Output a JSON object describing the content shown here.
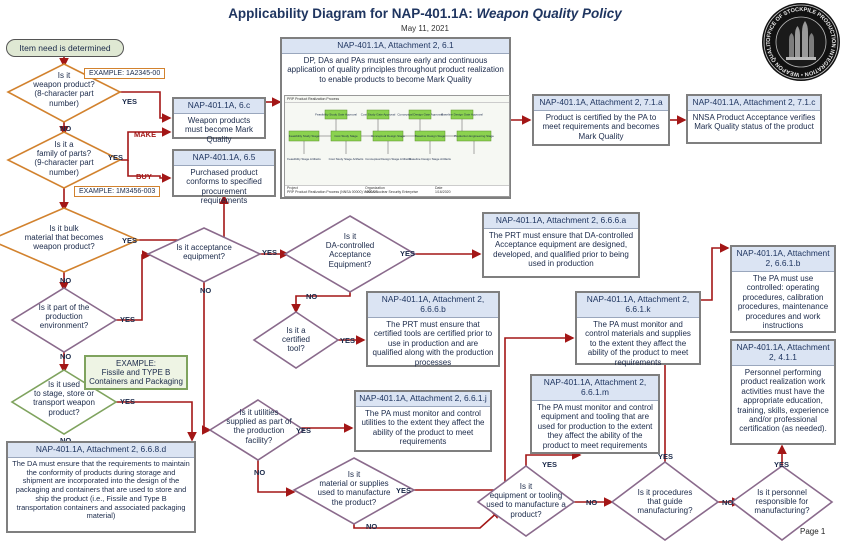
{
  "header": {
    "title_prefix": "Applicability Diagram for NAP-401.1A: ",
    "title_italic": "Weapon Quality Policy",
    "date": "May 11, 2021",
    "page": "Page 1"
  },
  "seal": {
    "ring_text": "OFFICE OF STOCKPILE PRODUCTION INTEGRATION • WEAPON QUALITY DIVISION NA-12 •"
  },
  "start": "Item need is determined",
  "decisions": {
    "d1": "Is it\nweapon product?\n(8-character part\nnumber)",
    "d2": "Is it a\nfamily of parts?\n(9-character part\nnumber)",
    "d3": "Is it bulk\nmaterial that becomes\nweapon product?",
    "d4": "Is it part of the\nproduction\nenvironment?",
    "d5": "Is it used\nto stage, store or\ntransport weapon\nproduct?",
    "d6": "Is it acceptance\nequipment?",
    "d7": "Is it\nDA-controlled\nAcceptance\nEquipment?",
    "d8": "Is it a\ncertified\ntool?",
    "d9": "Is it utilities\nsupplied as part of\nthe production\nfacility?",
    "d10": "Is it\nmaterial or supplies\nused to manufacture\nthe product?",
    "d11": "Is it\nequipment or tooling\nused to manufacture a\nproduct?",
    "d12": "Is it procedures\nthat guide\nmanufacturing?",
    "d13": "Is it personnel\nresponsible for\nmanufacturing?"
  },
  "tags": {
    "ex1": "EXAMPLE: 1A2345-00",
    "ex2": "EXAMPLE: 1M3456-003",
    "ex3": "EXAMPLE:\nFissile and TYPE B\nContainers and Packaging"
  },
  "labels": {
    "yes": "YES",
    "no": "NO",
    "make": "MAKE",
    "buy": "BUY"
  },
  "boxes": {
    "b_61": {
      "head": "NAP-401.1A, Attachment 2, 6.1",
      "body": "DP, DAs and PAs must ensure early and continuous application of quality principles throughout product realization to enable products to become Mark Quality"
    },
    "b_6c": {
      "head": "NAP-401.1A, 6.c",
      "body": "Weapon products must become Mark Quality"
    },
    "b_65": {
      "head": "NAP-401.1A, 6.5",
      "body": "Purchased product conforms to specified procurement requirements"
    },
    "b_71a": {
      "head": "NAP-401.1A, Attachment 2, 7.1.a",
      "body": "Product is certified by the PA to meet requirements and becomes Mark Quality"
    },
    "b_71c": {
      "head": "NAP-401.1A, Attachment 2, 7.1.c",
      "body": "NNSA Product Acceptance verifies Mark Quality status of the product"
    },
    "b_666a": {
      "head": "NAP-401.1A, Attachment 2, 6.6.6.a",
      "body": "The PRT must ensure that DA-controlled Acceptance equipment are designed, developed, and qualified prior to being used in production"
    },
    "b_666b": {
      "head": "NAP-401.1A, Attachment 2, 6.6.6.b",
      "body": "The PRT must ensure that certified tools are certified prior to use in production and are qualified along with the production processes"
    },
    "b_661k": {
      "head": "NAP-401.1A, Attachment 2, 6.6.1.k",
      "body": "The PA must monitor and control materials and supplies to the extent they affect the ability of the product to meet requirements"
    },
    "b_661j": {
      "head": "NAP-401.1A, Attachment 2, 6.6.1.j",
      "body": "The PA must monitor and control utilities to the extent they affect the ability of the product to meet requirements"
    },
    "b_661m": {
      "head": "NAP-401.1A, Attachment 2, 6.6.1.m",
      "body": "The PA must monitor and control equipment and tooling that are used for production to the extent they affect the ability of the product to meet requirements"
    },
    "b_661b": {
      "head": "NAP-401.1A, Attachment 2, 6.6.1.b",
      "body": "The PA must use controlled: operating procedures, calibration procedures, maintenance procedures and work instructions"
    },
    "b_411": {
      "head": "NAP-401.1A, Attachment 2, 4.1.1",
      "body": "Personnel performing product realization work activities must have the appropriate education, training, skills, experience and/or professional certification (as needed)."
    },
    "b_668d": {
      "head": "NAP-401.1A, Attachment 2, 6.6.8.d",
      "body": "The DA must ensure that the requirements to maintain the conformity of products during storage and shipment are incorporated into the design of the packaging and containers that are used to store and ship the product (i.e., Fissile and Type B transportation containers and associated packaging material)"
    }
  },
  "process_image": {
    "header": "PRP Product Realization Process",
    "top_stages": [
      "Feasibility Study Gate Approval",
      "Cost Study Gate Approval",
      "Conceptual Design Gate Approval",
      "Baseline Design Gate Approval"
    ],
    "main_stages": [
      "Feasibility Study Stage",
      "Cost Study Stage",
      "Conceptual Design Stage",
      "Baseline Design Stage",
      "Production Engineering Stage"
    ],
    "bottom_stages": [
      "Feasibility Stage Artifacts",
      "Cost Study Stage Artifacts",
      "Conceptual Design Stage Artifacts",
      "Baseline Design Stage Artifacts"
    ],
    "footer_project": "Project",
    "footer_org": "Organization",
    "footer_date": "Date",
    "footer_project_val": "PRP Product Realization Process (NNSA 00000) V.000.00",
    "footer_org_val": "NNSA Nuclear Security Enterprise",
    "footer_date_val": "1/16/2020"
  }
}
